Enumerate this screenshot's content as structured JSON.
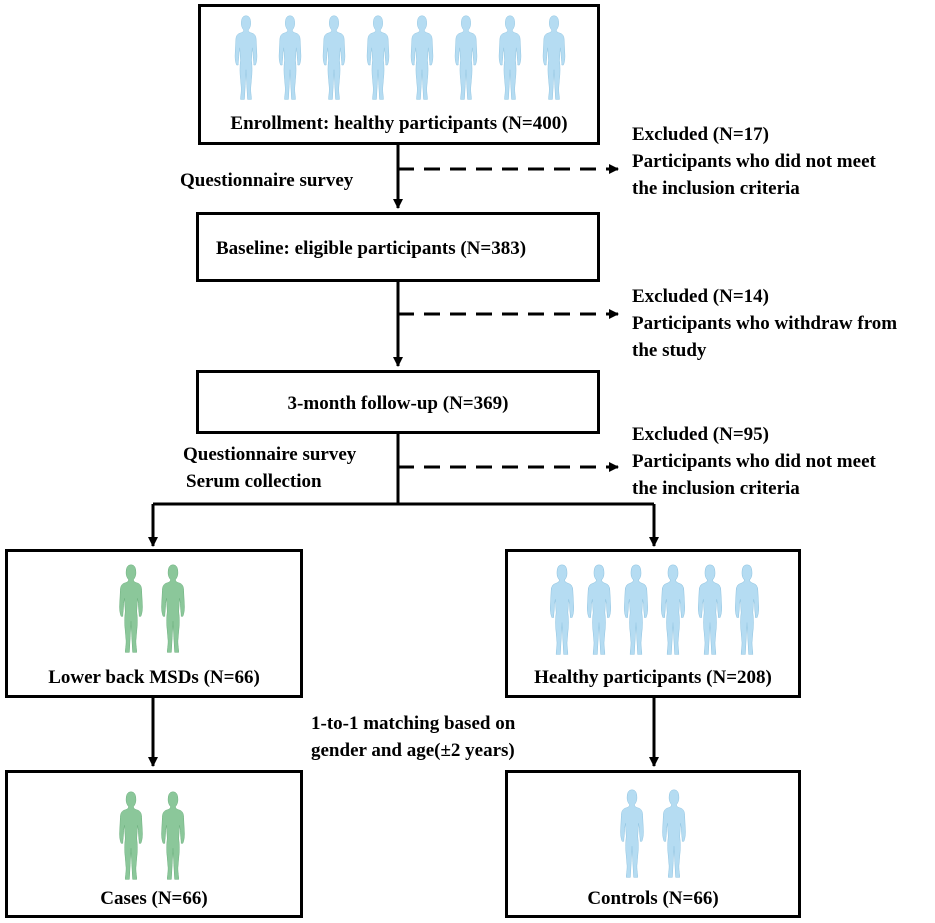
{
  "colors": {
    "healthy_figure": "#b5dcf2",
    "msd_figure": "#8bc79a",
    "line": "#000000"
  },
  "enrollment": {
    "label": "Enrollment: healthy participants (N=400)",
    "icon": "person-figure-blue"
  },
  "baseline": {
    "label": "Baseline: eligible participants (N=383)"
  },
  "followup": {
    "label": "3-month follow-up (N=369)"
  },
  "steps": {
    "survey1": "Questionnaire survey",
    "survey2": "Questionnaire survey",
    "serum": "Serum collection",
    "matching": [
      "1-to-1 matching based on",
      "gender and age(±2 years)"
    ]
  },
  "exclusions": [
    {
      "title": "Excluded (N=17)",
      "lines": [
        "Participants who did not meet",
        "the inclusion criteria"
      ]
    },
    {
      "title": "Excluded (N=14)",
      "lines": [
        "Participants who withdraw from",
        "the study"
      ]
    },
    {
      "title": "Excluded (N=95)",
      "lines": [
        "Participants who did not meet",
        "the inclusion criteria"
      ]
    }
  ],
  "groups": {
    "msd": {
      "label": "Lower back MSDs (N=66)",
      "icon": "person-figure-green"
    },
    "healthy": {
      "label": "Healthy participants (N=208)",
      "icon": "person-figure-blue"
    },
    "cases": {
      "label": "Cases (N=66)",
      "icon": "person-figure-green"
    },
    "controls": {
      "label": "Controls (N=66)",
      "icon": "person-figure-blue"
    }
  }
}
